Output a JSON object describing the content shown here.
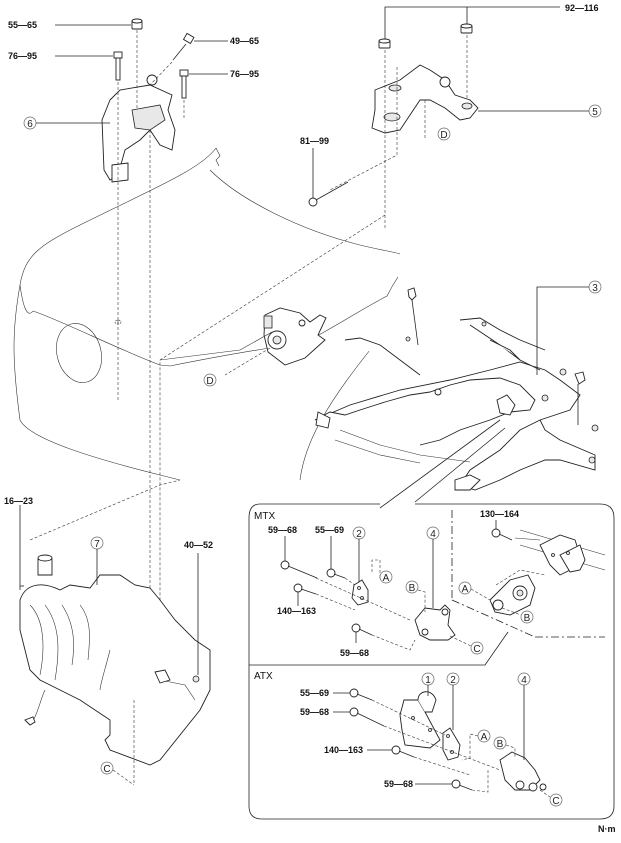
{
  "diagram": {
    "unit_label": "N·m",
    "torque_labels": {
      "nut_6_top": "55—65",
      "bolt_6_left": "76—95",
      "bolt_6_angled": "49—65",
      "bolt_6_right": "76—95",
      "nuts_5": "92—116",
      "bolt_81": "81—99",
      "bolt_16": "16—23",
      "bolt_40": "40—52"
    },
    "callouts": {
      "part_6": "6",
      "part_5": "5",
      "part_3": "3",
      "part_7": "7",
      "ref_D_upper": "D",
      "ref_D_lower": "D",
      "ref_C_engine": "C"
    },
    "mtx_panel": {
      "title": "MTX",
      "torques": {
        "bolt_long_top": "59—68",
        "bolt_short_top": "55—69",
        "bolt_middle": "140—163",
        "bolt_bottom": "59—68",
        "bolt_frame": "130—164"
      },
      "callouts": {
        "part_2": "2",
        "part_4": "4",
        "ref_A": "A",
        "ref_B": "B",
        "ref_C": "C",
        "ref_A_right": "A",
        "ref_B_right": "B"
      }
    },
    "atx_panel": {
      "title": "ATX",
      "torques": {
        "bolt_1": "55—69",
        "bolt_2": "59—68",
        "bolt_3": "140—163",
        "bolt_4": "59—68"
      },
      "callouts": {
        "part_1": "1",
        "part_2": "2",
        "part_4": "4",
        "ref_A": "A",
        "ref_B": "B",
        "ref_C": "C"
      }
    }
  }
}
